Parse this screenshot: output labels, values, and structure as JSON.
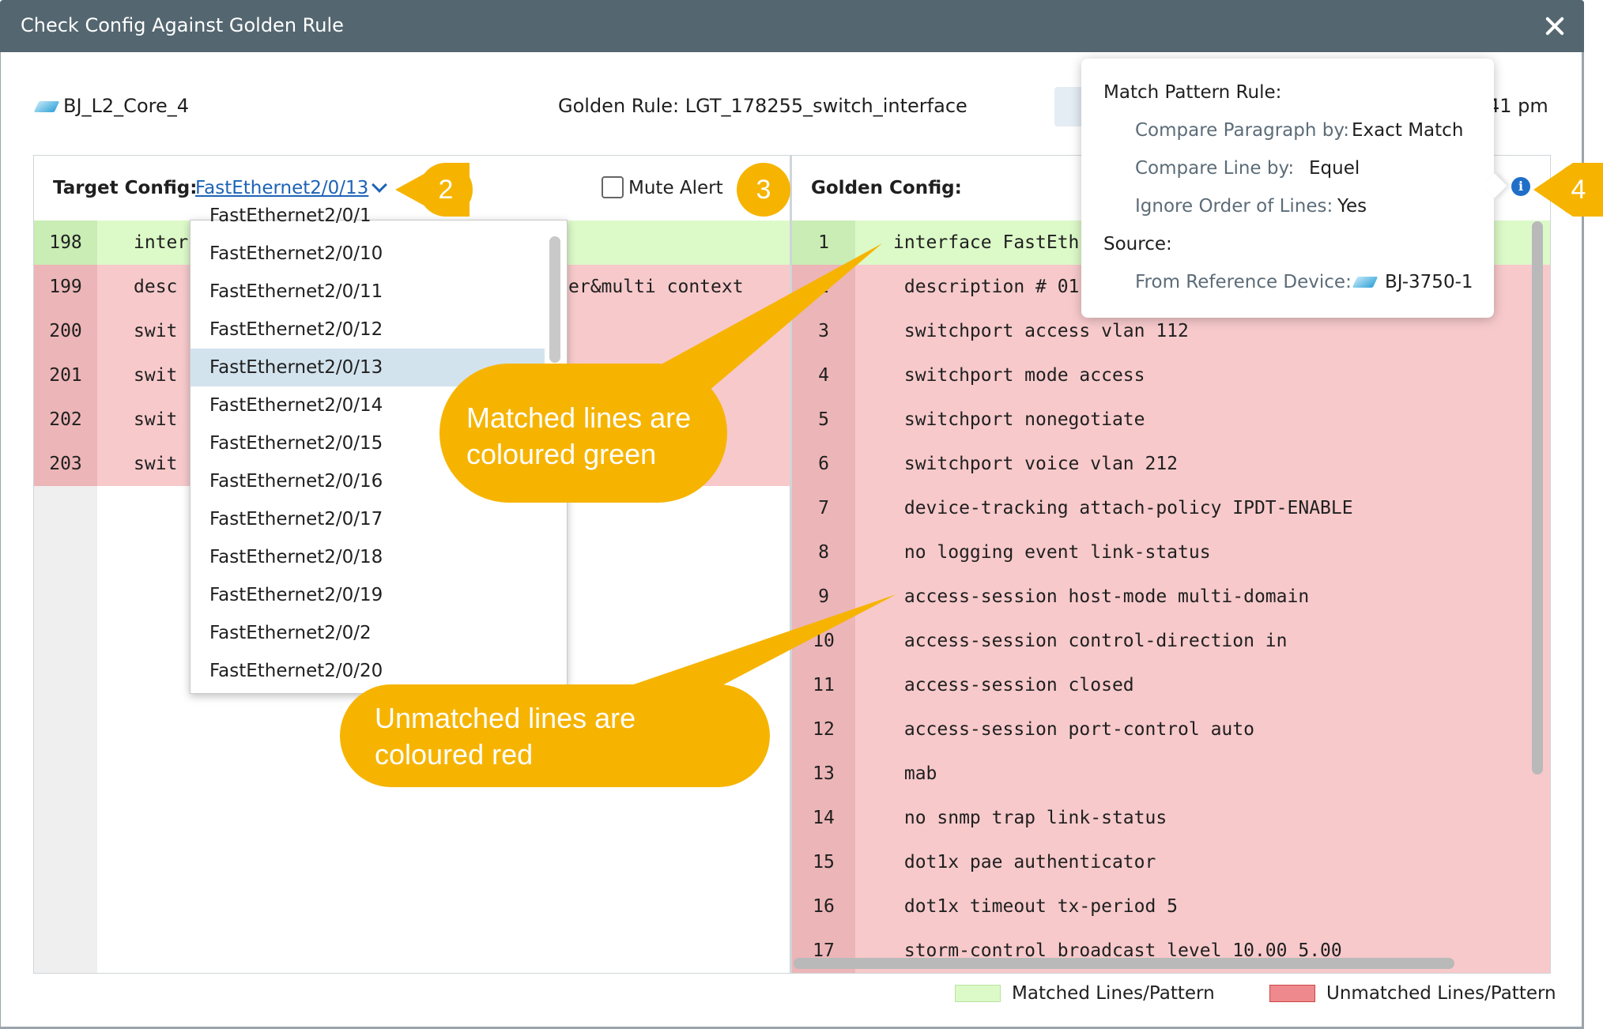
{
  "dialog": {
    "title": "Check Config Against Golden Rule"
  },
  "header": {
    "device_name": "BJ_L2_Core_4",
    "golden_rule": "Golden Rule: LGT_178255_switch_interface",
    "time_fragment": "41 pm"
  },
  "target": {
    "label": "Target Config:",
    "selected": "FastEthernet2/0/13",
    "mute_label": "Mute Alert",
    "rows": [
      {
        "num": "198",
        "text": "inter",
        "status": "matched"
      },
      {
        "num": "199",
        "text": "desc",
        "status": "unmatched"
      },
      {
        "num": "200",
        "text": "swit",
        "status": "unmatched"
      },
      {
        "num": "201",
        "text": "swit",
        "status": "unmatched"
      },
      {
        "num": "202",
        "text": "swit",
        "status": "unmatched"
      },
      {
        "num": "203",
        "text": "swit",
        "status": "unmatched"
      }
    ],
    "row199_tail": "er&multi context"
  },
  "dropdown": {
    "items": [
      "FastEthernet2/0/1",
      "FastEthernet2/0/10",
      "FastEthernet2/0/11",
      "FastEthernet2/0/12",
      "FastEthernet2/0/13",
      "FastEthernet2/0/14",
      "FastEthernet2/0/15",
      "FastEthernet2/0/16",
      "FastEthernet2/0/17",
      "FastEthernet2/0/18",
      "FastEthernet2/0/19",
      "FastEthernet2/0/2",
      "FastEthernet2/0/20"
    ],
    "selected_index": 4
  },
  "golden": {
    "label": "Golden Config:",
    "rows": [
      {
        "num": "1",
        "text": "interface FastEth",
        "status": "matched"
      },
      {
        "num": "2",
        "text": " description # 01",
        "status": "unmatched"
      },
      {
        "num": "3",
        "text": " switchport access vlan 112",
        "status": "unmatched"
      },
      {
        "num": "4",
        "text": " switchport mode access",
        "status": "unmatched"
      },
      {
        "num": "5",
        "text": " switchport nonegotiate",
        "status": "unmatched"
      },
      {
        "num": "6",
        "text": " switchport voice vlan 212",
        "status": "unmatched"
      },
      {
        "num": "7",
        "text": " device-tracking attach-policy IPDT-ENABLE",
        "status": "unmatched"
      },
      {
        "num": "8",
        "text": " no logging event link-status",
        "status": "unmatched"
      },
      {
        "num": "9",
        "text": " access-session host-mode multi-domain",
        "status": "unmatched"
      },
      {
        "num": "10",
        "text": " access-session control-direction in",
        "status": "unmatched"
      },
      {
        "num": "11",
        "text": " access-session closed",
        "status": "unmatched"
      },
      {
        "num": "12",
        "text": " access-session port-control auto",
        "status": "unmatched"
      },
      {
        "num": "13",
        "text": " mab",
        "status": "unmatched"
      },
      {
        "num": "14",
        "text": " no snmp trap link-status",
        "status": "unmatched"
      },
      {
        "num": "15",
        "text": " dot1x pae authenticator",
        "status": "unmatched"
      },
      {
        "num": "16",
        "text": " dot1x timeout tx-period 5",
        "status": "unmatched"
      },
      {
        "num": "17",
        "text": " storm-control broadcast level 10.00 5.00",
        "status": "unmatched"
      }
    ]
  },
  "match_pattern": {
    "heading": "Match Pattern Rule:",
    "compare_paragraph_key": "Compare Paragraph by:",
    "compare_paragraph_val": "Exact Match",
    "compare_line_key": "Compare Line by:",
    "compare_line_val": "Equel",
    "ignore_order_key": "Ignore Order of Lines:",
    "ignore_order_val": "Yes",
    "source_heading": "Source:",
    "reference_key": "From Reference Device:",
    "reference_val": "BJ-3750-1",
    "info_glyph": "i"
  },
  "annotations": {
    "badge_2": "2",
    "badge_3": "3",
    "badge_4": "4",
    "matched_callout_1": "Matched lines are",
    "matched_callout_2": "coloured green",
    "unmatched_callout_1": "Unmatched lines are",
    "unmatched_callout_2": "coloured red"
  },
  "legend": {
    "matched": "Matched Lines/Pattern",
    "unmatched": "Unmatched Lines/Pattern"
  },
  "colors": {
    "titlebar": "#546670",
    "matched": "#dcf9c8",
    "unmatched": "#f7c9cb",
    "annotation": "#f6b400",
    "link": "#1d63b7"
  },
  "icons": {
    "close": "close-icon",
    "device": "device-icon",
    "dropdown": "chevron-down-icon",
    "info": "info-icon"
  }
}
